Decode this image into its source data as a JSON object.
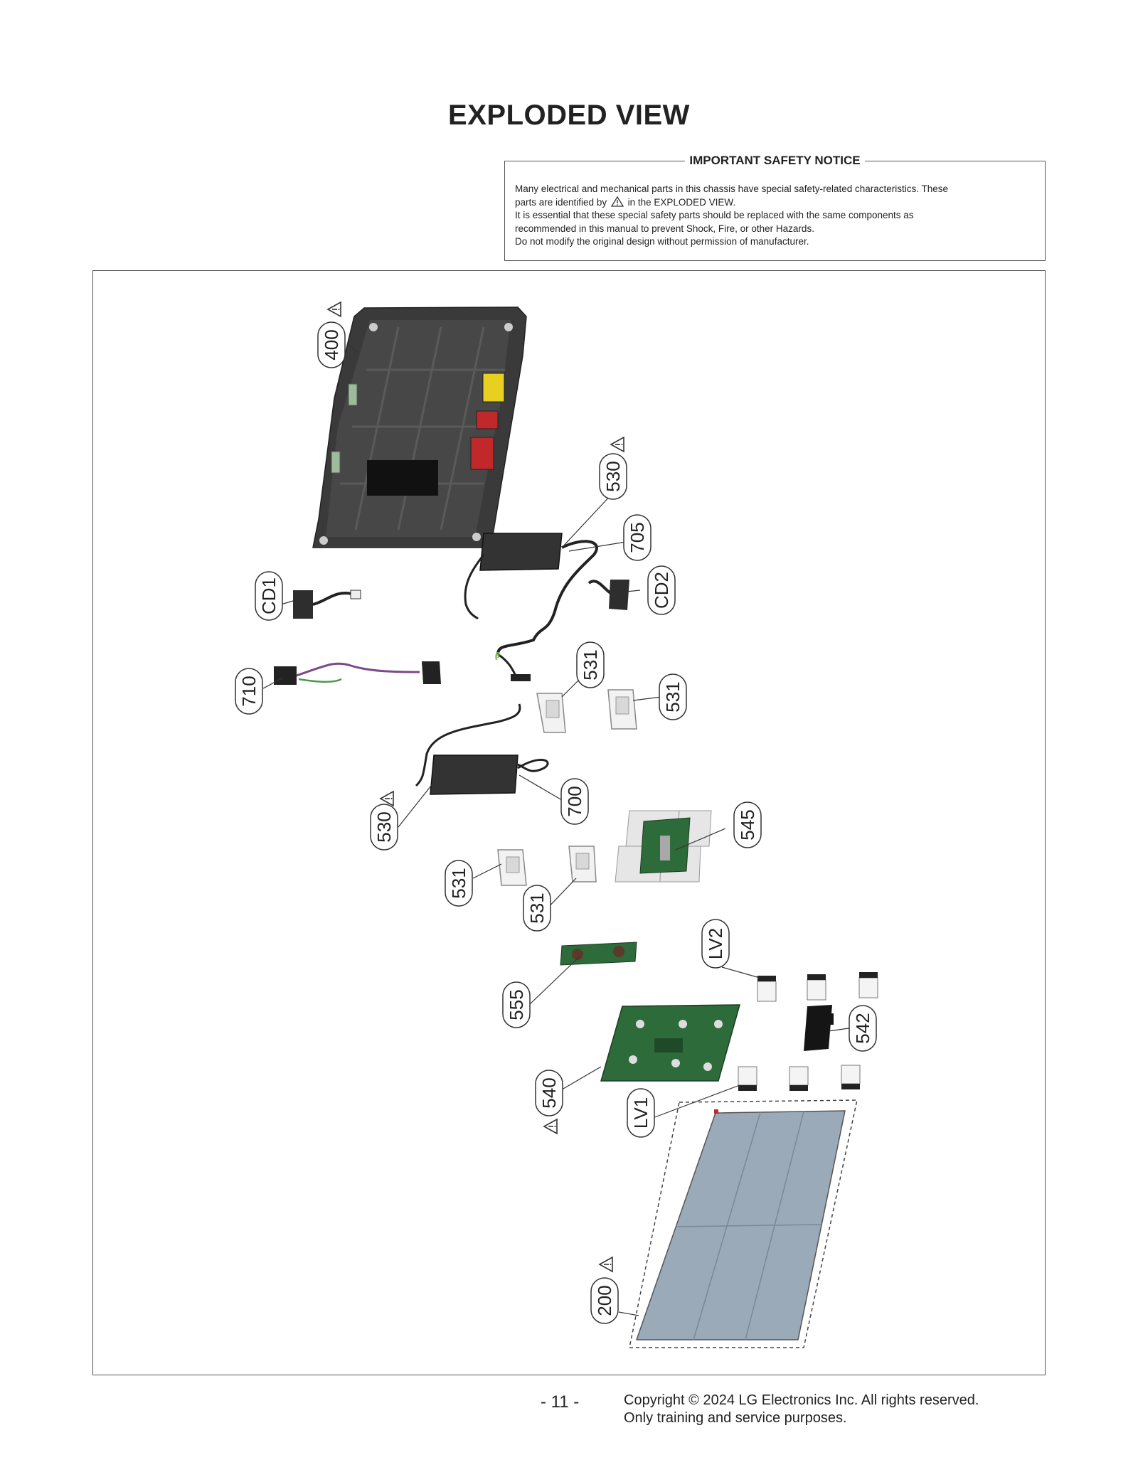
{
  "page": {
    "title": "EXPLODED VIEW",
    "page_number": "- 11 -"
  },
  "notice": {
    "heading": "IMPORTANT SAFETY NOTICE",
    "line1": "Many electrical and mechanical parts in this chassis have special safety-related characteristics. These",
    "line2_before": "parts are identified by",
    "line2_after": "in the EXPLODED VIEW.",
    "line3": "It is essential that these special safety parts should be replaced with the same components as",
    "line4": "recommended in this manual to prevent Shock, Fire, or other Hazards.",
    "line5": "Do not modify the original design without permission of manufacturer."
  },
  "parts": {
    "p400": "400",
    "p530a": "530",
    "p705": "705",
    "pCD1": "CD1",
    "pCD2": "CD2",
    "p710": "710",
    "p531a": "531",
    "p531b": "531",
    "p530b": "530",
    "p700": "700",
    "p545": "545",
    "p531c": "531",
    "p531d": "531",
    "pLV2": "LV2",
    "p555": "555",
    "p542": "542",
    "p540": "540",
    "pLV1": "LV1",
    "p200": "200"
  },
  "footer": {
    "copyright_line1": "Copyright © 2024 LG Electronics Inc. All rights reserved.",
    "copyright_line2": "Only training and service purposes."
  },
  "colors": {
    "pcb_green": "#2e6b3a",
    "cabinet_dark": "#3a3a3a",
    "panel_blue": "#9aaab9",
    "connector_yellow": "#e8d020",
    "connector_red": "#c0282a"
  },
  "icons": {
    "safety_mark": "warning-triangle-icon"
  }
}
